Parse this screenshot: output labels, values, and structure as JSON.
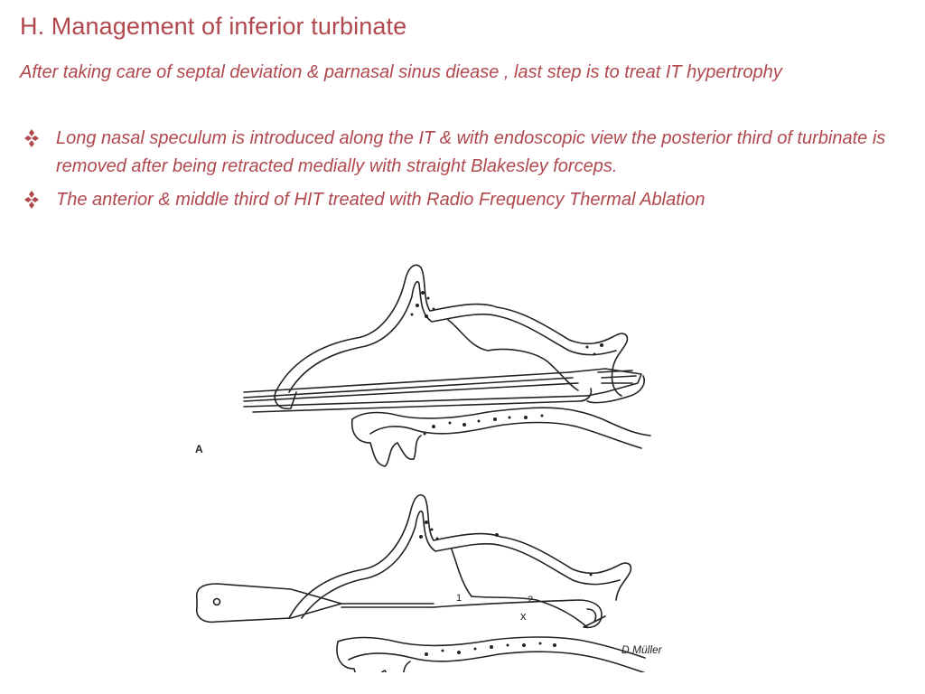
{
  "slide": {
    "title": "H. Management of inferior turbinate",
    "intro": "After taking care of septal deviation & parnasal sinus diease , last step is to treat IT hypertrophy",
    "bullets": [
      {
        "icon": "diamond-bullet-icon",
        "text": "Long nasal speculum is introduced along the IT & with endoscopic view the posterior third of turbinate is removed after being retracted medially with straight Blakesley forceps."
      },
      {
        "icon": "diamond-bullet-icon",
        "text": "The anterior & middle third of HIT treated with Radio Frequency Thermal Ablation"
      }
    ]
  },
  "figure": {
    "panel_a_label": "A",
    "point_1_label": "1",
    "point_2_label": "2",
    "point_x_label": "x",
    "signature": "D.Müller"
  },
  "colors": {
    "text": "#b0484e",
    "line": "#222222"
  }
}
